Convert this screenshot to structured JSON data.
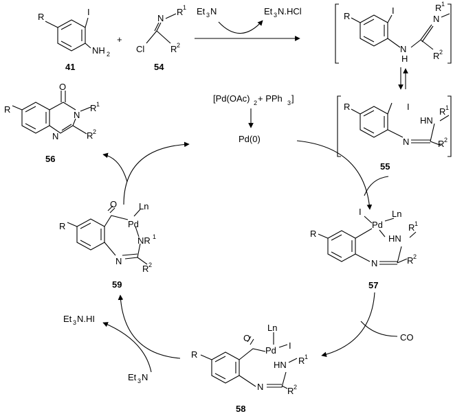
{
  "compounds": {
    "c41": "41",
    "c54": "54",
    "c55": "55",
    "c56": "56",
    "c57": "57",
    "c58": "58",
    "c59": "59"
  },
  "atoms": {
    "R": "R",
    "I": "I",
    "N": "N",
    "NH": "NH",
    "H": "H",
    "HN": "HN",
    "NH2": "NH",
    "sub2": "2",
    "O": "O",
    "Cl": "Cl",
    "Pd": "Pd",
    "Ln": "Ln",
    "NR": "NR",
    "CO": "CO",
    "R1": "R",
    "sup1": "1",
    "R2": "R",
    "sup2": "2"
  },
  "reagents": {
    "plus": "+",
    "Et": "Et",
    "three": "3",
    "N": "N",
    "HCl": "N.HCl",
    "HI": "N.HI",
    "catalyst_open": "[Pd(OAc)",
    "catalyst_mid": "+ PPh",
    "catalyst_close": "]",
    "Pd0": "Pd(0)"
  },
  "colors": {
    "ink": "#000000",
    "background": "#ffffff"
  }
}
